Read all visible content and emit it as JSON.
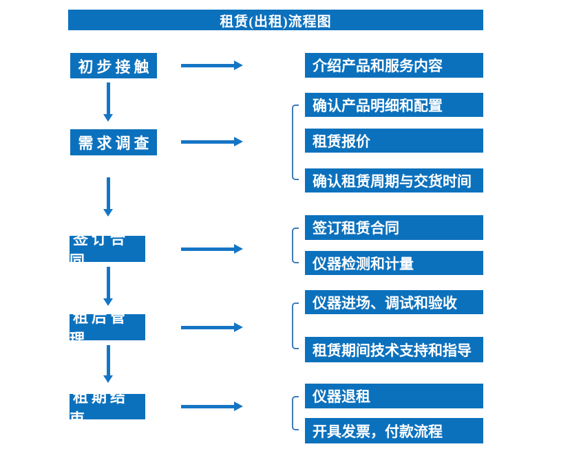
{
  "title": "租赁(出租)流程图",
  "colors": {
    "box_fill": "#0C71BD",
    "arrow": "#1575C5",
    "bracket": "#3E7AB8",
    "box_text": "#FFFFFF",
    "background": "#FFFFFF"
  },
  "steps": [
    {
      "label": "初步接触",
      "details": [
        "介绍产品和服务内容"
      ]
    },
    {
      "label": "需求调查",
      "details": [
        "确认产品明细和配置",
        "租赁报价",
        "确认租赁周期与交货时间"
      ]
    },
    {
      "label": "签订合同",
      "details": [
        "签订租赁合同",
        "仪器检测和计量"
      ]
    },
    {
      "label": "租后管理",
      "details": [
        "仪器进场、调试和验收",
        "租赁期间技术支持和指导"
      ]
    },
    {
      "label": "租期结束",
      "details": [
        "仪器退租",
        "开具发票，付款流程"
      ]
    }
  ]
}
